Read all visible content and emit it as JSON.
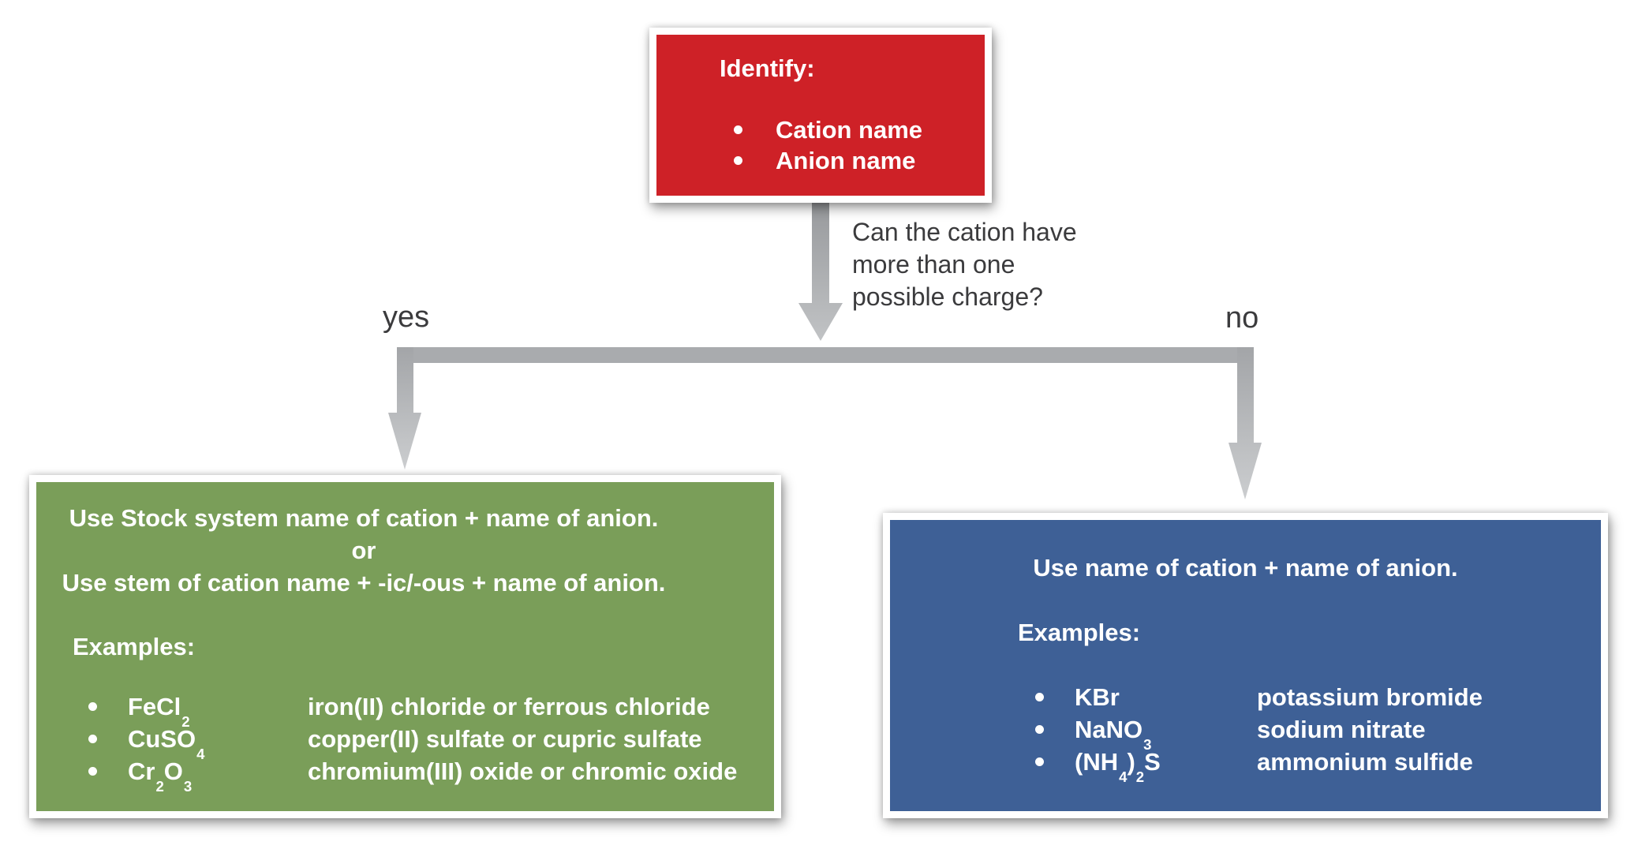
{
  "colors": {
    "identify_box": "#ce2127",
    "yes_box": "#7a9e59",
    "no_box": "#3e6096",
    "connector_gray": "#a9abae",
    "text_dark": "#3b3b3d"
  },
  "identify_box": {
    "title": "Identify:",
    "bullets": [
      "Cation name",
      "Anion name"
    ]
  },
  "question": "Can the cation have\nmore than one\npossible charge?",
  "branches": {
    "yes_label": "yes",
    "no_label": "no"
  },
  "yes_box": {
    "rules": "Use Stock system name of cation + name of anion.\nor\nUse stem of cation name + -ic/-ous + name of anion.",
    "examples_label": "Examples:",
    "examples": [
      {
        "formula": "FeCl_2",
        "name": "iron(II) chloride or ferrous chloride"
      },
      {
        "formula": "CuSO_4",
        "name": "copper(II) sulfate or cupric sulfate"
      },
      {
        "formula": "Cr_2O_3",
        "name": "chromium(III) oxide or chromic oxide"
      }
    ]
  },
  "no_box": {
    "rules": "Use name of cation + name of anion.",
    "examples_label": "Examples:",
    "examples": [
      {
        "formula": "KBr",
        "name": "potassium bromide"
      },
      {
        "formula": "NaNO_3",
        "name": "sodium nitrate"
      },
      {
        "formula": "(NH_4)_2S",
        "name": "ammonium sulfide"
      }
    ]
  }
}
